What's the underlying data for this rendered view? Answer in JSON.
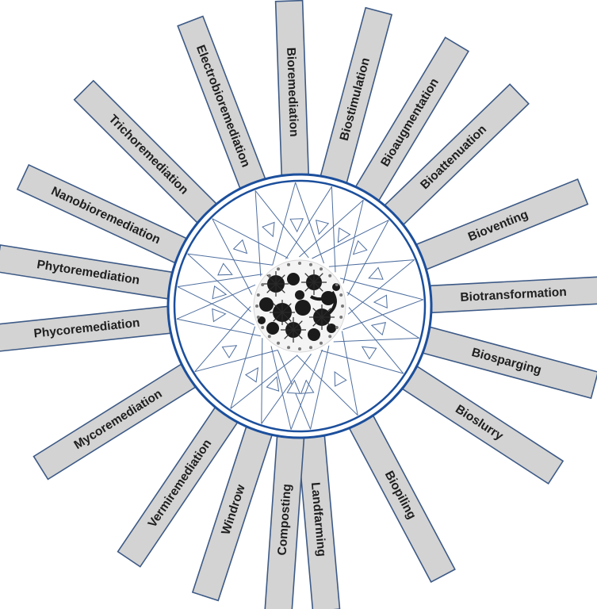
{
  "diagram": {
    "center_label": "microbes",
    "rays": [
      {
        "label": "Bioremediation",
        "angle": 92
      },
      {
        "label": "Biostimulation",
        "angle": 75
      },
      {
        "label": "Bioaugmentation",
        "angle": 59
      },
      {
        "label": "Bioattenuation",
        "angle": 44
      },
      {
        "label": "Bioventing",
        "angle": 22
      },
      {
        "label": "Biotransformation",
        "angle": 3
      },
      {
        "label": "Biosparging",
        "angle": -15
      },
      {
        "label": "Bioslurry",
        "angle": -33
      },
      {
        "label": "Biopiling",
        "angle": -62
      },
      {
        "label": "Landfarming",
        "angle": -85
      },
      {
        "label": "Composting",
        "angle": -94
      },
      {
        "label": "Windrow",
        "angle": -108
      },
      {
        "label": "Vermiremediation",
        "angle": -124
      },
      {
        "label": "Mycoremediation",
        "angle": -148
      },
      {
        "label": "Phycoremediation",
        "angle": -174
      },
      {
        "label": "Phytoremediation",
        "angle": 171
      },
      {
        "label": "Nanobioremediation",
        "angle": 155
      },
      {
        "label": "Trichoremediation",
        "angle": 135
      },
      {
        "label": "Electrobioremediation",
        "angle": 111
      }
    ],
    "colors": {
      "box_fill": "#d3d3d3",
      "box_stroke": "#3d5a86",
      "ring": "#1c4f9c",
      "arrow": "#4f6f9f",
      "text": "#1f1f1f"
    }
  }
}
